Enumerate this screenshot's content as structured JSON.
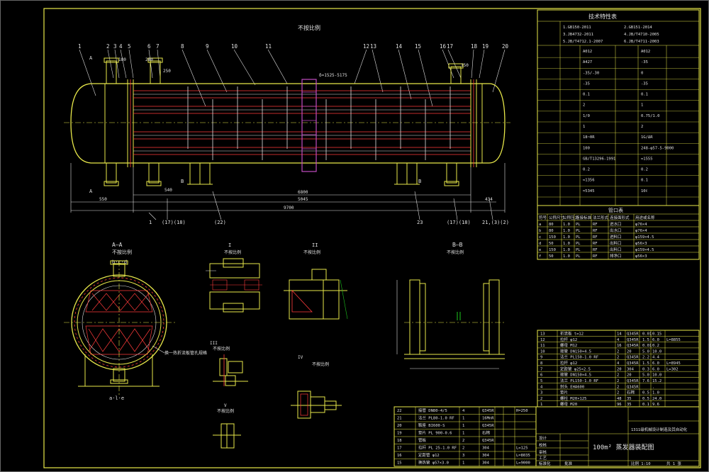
{
  "colors": {
    "background": "#000000",
    "yellow": "#e8e84a",
    "white": "#e0e0e0",
    "red": "#ff3b3b",
    "magenta": "#c04cc0",
    "green": "#1ec81e"
  },
  "main_view": {
    "label": "不按比例",
    "part_numbers_top": [
      "1",
      "2",
      "3",
      "4",
      "5",
      "6",
      "7",
      "8",
      "9",
      "10",
      "11",
      "12",
      "13",
      "14",
      "15",
      "16",
      "17",
      "18",
      "19",
      "20"
    ],
    "part_numbers_bottom": [
      "1",
      "(17)(18)",
      "(22)",
      "23",
      "(17)(18)",
      "21,(3)(2)"
    ],
    "dims_top": [
      "180",
      "280",
      "250",
      "150",
      "δ=1525-5175"
    ],
    "dims_bottom": [
      "550",
      "5045",
      "6800",
      "9700",
      "434",
      "540"
    ],
    "side_labels": [
      "A",
      "A",
      "B",
      "B"
    ]
  },
  "views": {
    "section_aa": {
      "title": "A—A",
      "scale": "不按比例",
      "top_label": "b·c·d",
      "bottom_label": "a·l·e",
      "note": "换一热折流板管孔规格"
    },
    "detail_1": {
      "title": "I",
      "scale": "不按比例"
    },
    "detail_2": {
      "title": "II",
      "scale": "不按比例"
    },
    "section_bb": {
      "title": "B—B",
      "scale": "不按比例"
    },
    "detail_3": {
      "title": "III",
      "scale": "不按比例"
    },
    "detail_4": {
      "title": "IV",
      "scale": "不按比例"
    },
    "detail_5": {
      "title": "V",
      "scale": "不按比例"
    }
  },
  "tech_spec": {
    "title": "技术特性表",
    "rows": [
      [
        "1.GB150-2011",
        "2.GB151-2014"
      ],
      [
        "3.JB4732-2011",
        "4.JB/T4710-2005"
      ],
      [
        "5.JB/T4712.1-2007",
        "6.JB/T4711-2003"
      ]
    ],
    "values": [
      "A012",
      "A012",
      "A427",
      "-35",
      "-35/-30",
      "0",
      "-35",
      "-35",
      "0.1",
      "0.1",
      "2",
      "1",
      "1/0",
      "0.75/1.0",
      "1",
      "2",
      "18~0R",
      "1G/ΔR",
      "100",
      "248-φ57-5-9000",
      "GB/T13296-1991",
      "≈1555",
      "0.2",
      "0.2",
      "≈1356",
      "0.1",
      "≈5345",
      "10ℓ"
    ]
  },
  "nozzle_table": {
    "title": "管口表",
    "header": [
      "符号",
      "公称尺寸",
      "公称压力",
      "连接标准",
      "法兰形式",
      "连接面形式",
      "用途或名称"
    ],
    "rows": [
      [
        "a",
        "80",
        "1.0",
        "PL",
        "RF",
        "进水口",
        "φ76×4"
      ],
      [
        "b",
        "80",
        "1.0",
        "PL",
        "RF",
        "出水口",
        "φ76×4"
      ],
      [
        "c",
        "150",
        "1.0",
        "PL",
        "RF",
        "进料口",
        "φ159×4.5"
      ],
      [
        "d",
        "50",
        "1.0",
        "PL",
        "RF",
        "出料口",
        "φ56×3"
      ],
      [
        "e",
        "150",
        "1.0",
        "PL",
        "RF",
        "出料口",
        "φ159×4.5"
      ],
      [
        "f",
        "50",
        "1.0",
        "PL",
        "RF",
        "排净口",
        "φ56×3"
      ]
    ]
  },
  "parts_list_right": {
    "rows": [
      [
        "13",
        "折流板 t=12",
        "14",
        "Q345R",
        "0.01",
        "0.15",
        ""
      ],
      [
        "12",
        "拉杆 φ12",
        "4",
        "Q345R",
        "1.5",
        "6.0",
        "L=8855"
      ],
      [
        "11",
        "螺母 M12",
        "16",
        "Q345R",
        "0.01",
        "0.2",
        ""
      ],
      [
        "10",
        "接管 DN150×4.5",
        "2",
        "20",
        "5.0",
        "10.0",
        ""
      ],
      [
        "9",
        "法兰 PL150-1.0 RF",
        "2",
        "Q345R",
        "2.2",
        "4.4",
        ""
      ],
      [
        "8",
        "拉杆 φ12",
        "4",
        "Q345R",
        "1.5",
        "6.0",
        "L=8945"
      ],
      [
        "7",
        "定距管 φ25×2.5",
        "20",
        "304",
        "0.3",
        "6.0",
        "L=302"
      ],
      [
        "6",
        "接管 DN150×4.5",
        "2",
        "20",
        "5.0",
        "10.0",
        ""
      ],
      [
        "5",
        "法兰 PL150-1.0 RF",
        "2",
        "Q345R",
        "7.6",
        "15.2",
        ""
      ],
      [
        "4",
        "封头 EHA600",
        "2",
        "Q345R",
        "",
        ".",
        ""
      ],
      [
        "3",
        "垫片",
        "2",
        "石棉",
        "0.5",
        "1.0",
        ""
      ],
      [
        "2",
        "螺柱 M20×125",
        "48",
        "35",
        "0.5",
        "24.0",
        ""
      ],
      [
        "1",
        "螺母 M20",
        "96",
        "35",
        "0.1",
        "9.6",
        ""
      ]
    ]
  },
  "parts_list_bottom": {
    "rows": [
      [
        "22",
        "接管 DN80-4/5",
        "4",
        "Q345R",
        "",
        "",
        "H=250"
      ],
      [
        "21",
        "法兰 PL80-1.0 RF",
        "1",
        "16MnR",
        "",
        "",
        ""
      ],
      [
        "20",
        "鞍座 BI600-S",
        "1",
        "Q345R",
        "",
        "",
        ""
      ],
      [
        "19",
        "垫片 PL 900-0.6",
        "1",
        "石棉",
        "",
        "",
        ""
      ],
      [
        "18",
        "管板",
        "2",
        "Q345R",
        "",
        "",
        ""
      ],
      [
        "17",
        "拉杆 PL 25-1.0 RF",
        "2",
        "304",
        "",
        "",
        "L=125"
      ],
      [
        "16",
        "定距管 φ12",
        "3",
        "304",
        "",
        "",
        "L=8035"
      ],
      [
        "15",
        "换热管 φ57×3.0",
        "1",
        "304",
        "",
        "",
        "L=9000"
      ]
    ]
  },
  "title_block": {
    "drawing_name": "100m² 蒸发器装配图",
    "fields": [
      "设计",
      "校核",
      "审核",
      "工艺",
      "标准化",
      "批准"
    ],
    "ratio": "比例 1:10",
    "sheet": "共 1 张",
    "company": "1311级机械设计制造及其自动化"
  }
}
